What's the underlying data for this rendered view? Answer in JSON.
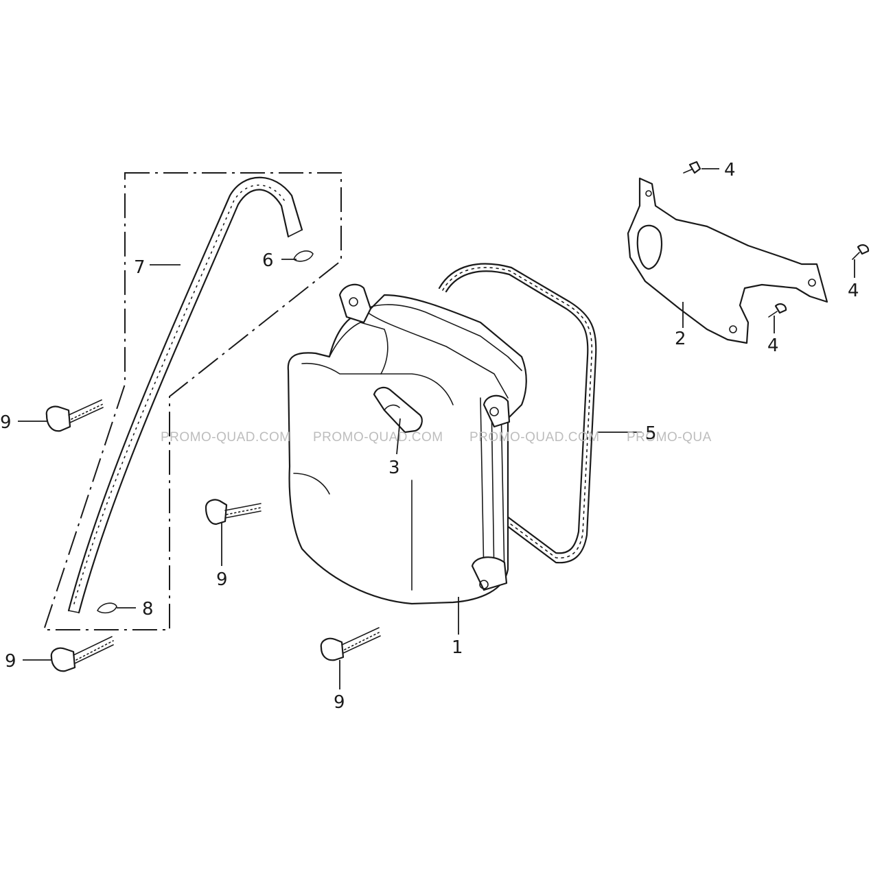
{
  "watermark": {
    "text": "PROMO-QUAD.COM",
    "text_cut": "PROMO-QUA"
  },
  "callouts": {
    "c1": "1",
    "c2": "2",
    "c3": "3",
    "c4a": "4",
    "c4b": "4",
    "c4c": "4",
    "c5": "5",
    "c6": "6",
    "c7": "7",
    "c8": "8",
    "c9a": "9",
    "c9b": "9",
    "c9c": "9",
    "c9d": "9"
  }
}
